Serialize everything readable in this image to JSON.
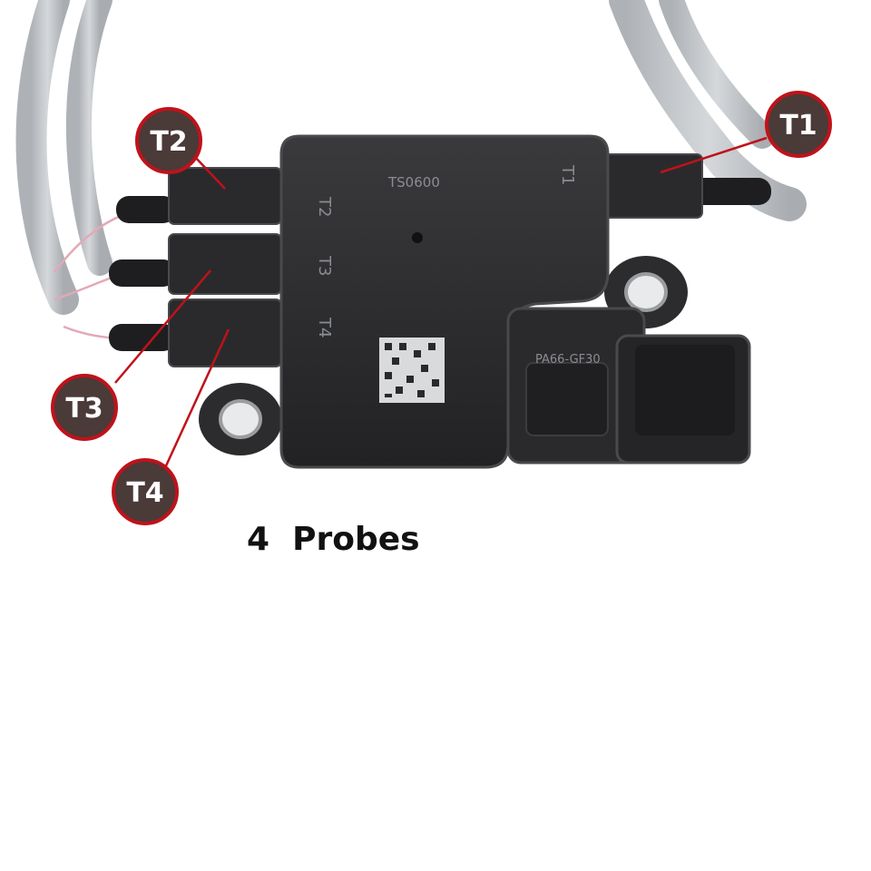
{
  "image": {
    "subject": "temperature-sensor-module-photo",
    "colors": {
      "background": "#ffffff",
      "housing": "#2b2b2d",
      "housing_edge": "#4a4a4d",
      "cable": "#c4c7ca",
      "callout_fill": "#4a3a38",
      "callout_ring": "#c0121a",
      "leader_line": "#c0121a"
    }
  },
  "housing": {
    "part_number": "TS0600",
    "port_labels": [
      "T2",
      "T3",
      "T4",
      "T1"
    ],
    "material_mark": "PA66-GF30"
  },
  "callouts": [
    {
      "id": "t1",
      "label": "T1"
    },
    {
      "id": "t2",
      "label": "T2"
    },
    {
      "id": "t3",
      "label": "T3"
    },
    {
      "id": "t4",
      "label": "T4"
    }
  ],
  "caption": "4  Probes"
}
